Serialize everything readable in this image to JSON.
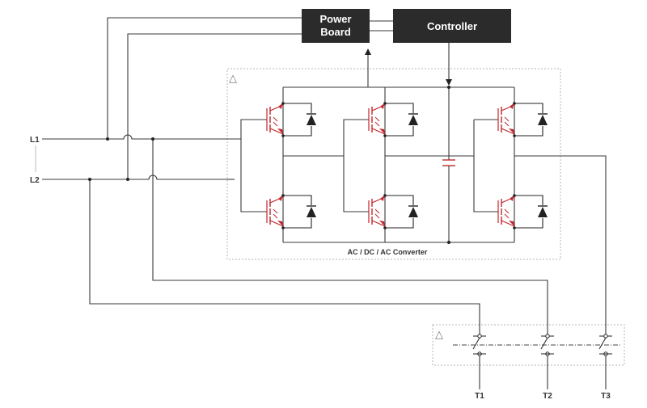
{
  "blocks": {
    "power_board": [
      "Power",
      "Board"
    ],
    "controller": "Controller"
  },
  "converter": {
    "label": "AC / DC / AC Converter",
    "mark": "△"
  },
  "switch_unit": {
    "mark": "△"
  },
  "inputs": [
    "L1",
    "L2"
  ],
  "outputs": [
    "T1",
    "T2",
    "T3"
  ],
  "colors": {
    "block_fill": "#2b2b2b",
    "wire": "#3a3a3a",
    "igbt": "#c0272d",
    "diode": "#222222",
    "dashed_border": "#b5b5b5"
  },
  "icons": [
    "igbt-symbol",
    "diode-symbol",
    "capacitor-symbol",
    "switch-contact-symbol",
    "arrow-up-icon",
    "arrow-down-icon"
  ]
}
